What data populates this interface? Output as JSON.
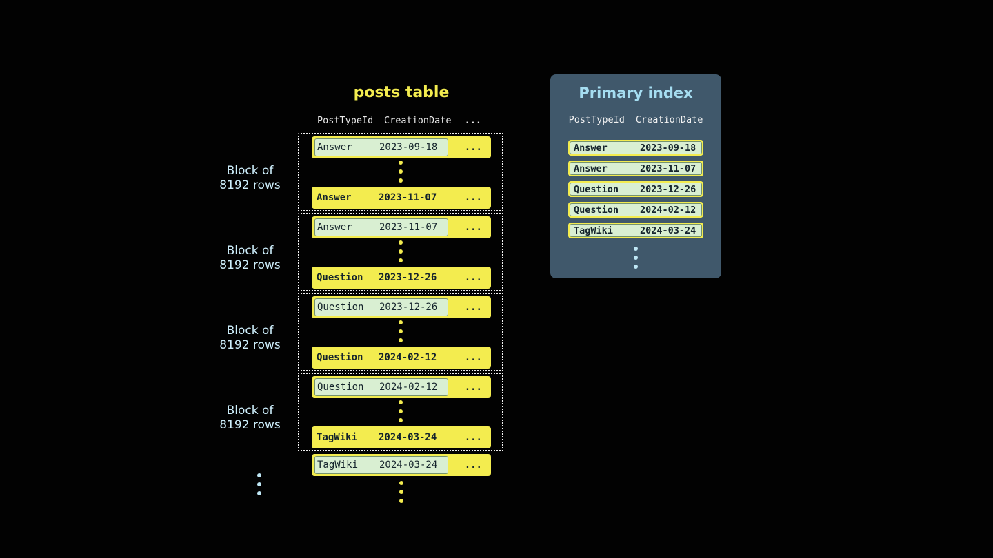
{
  "posts_table": {
    "title": "posts table",
    "header": {
      "col1": "PostTypeId",
      "col2": "CreationDate",
      "ellipsis": "..."
    },
    "row_ellipsis": "...",
    "blocks": [
      {
        "label1": "Block of",
        "label2": "8192 rows",
        "first_type": "Answer",
        "first_date": "2023-09-18",
        "last_type": "Answer",
        "last_date": "2023-11-07"
      },
      {
        "label1": "Block of",
        "label2": "8192 rows",
        "first_type": "Answer",
        "first_date": "2023-11-07",
        "last_type": "Question",
        "last_date": "2023-12-26"
      },
      {
        "label1": "Block of",
        "label2": "8192 rows",
        "first_type": "Question",
        "first_date": "2023-12-26",
        "last_type": "Question",
        "last_date": "2024-02-12"
      },
      {
        "label1": "Block of",
        "label2": "8192 rows",
        "first_type": "Question",
        "first_date": "2024-02-12",
        "last_type": "TagWiki",
        "last_date": "2024-03-24"
      }
    ],
    "overflow_row": {
      "type": "TagWiki",
      "date": "2024-03-24"
    }
  },
  "primary_index": {
    "title": "Primary index",
    "header": {
      "col1": "PostTypeId",
      "col2": "CreationDate"
    },
    "rows": [
      {
        "type": "Answer",
        "date": "2023-09-18"
      },
      {
        "type": "Answer",
        "date": "2023-11-07"
      },
      {
        "type": "Question",
        "date": "2023-12-26"
      },
      {
        "type": "Question",
        "date": "2024-02-12"
      },
      {
        "type": "TagWiki",
        "date": "2024-03-24"
      }
    ]
  },
  "colors": {
    "background": "#020202",
    "row_yellow": "#f3ec4f",
    "highlight_green": "#d9efd2",
    "dark_text": "#15242c",
    "label_blue": "#cdeefb",
    "panel_bg": "#40586b",
    "panel_title_blue": "#a5ddf1",
    "header_text": "#e9e9e9"
  }
}
